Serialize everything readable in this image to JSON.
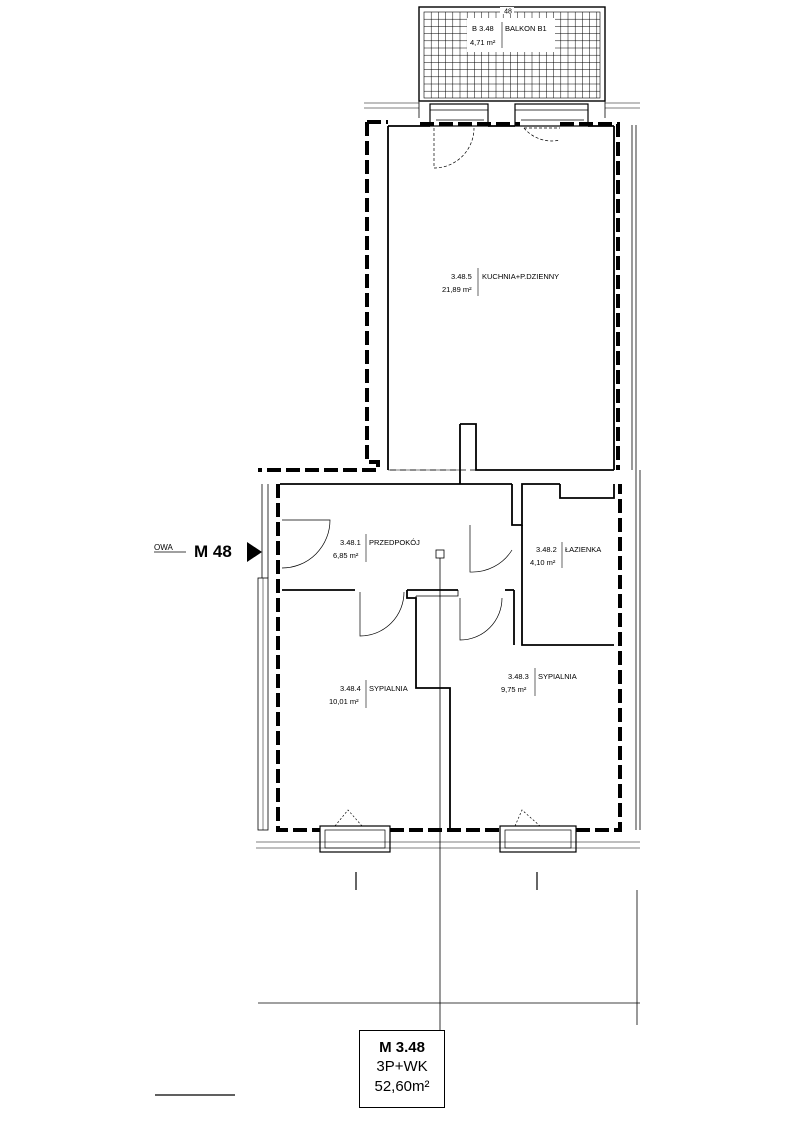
{
  "unit_label": {
    "prefix": "OWA",
    "code": "M 48"
  },
  "balcony": {
    "code": "B 3.48",
    "number_tag": "48",
    "name": "BALKON B1",
    "area": "4,71 m²"
  },
  "rooms": [
    {
      "id": "kitchen",
      "code": "3.48.5",
      "name": "KUCHNIA+P.DZIENNY",
      "area": "21,89 m²"
    },
    {
      "id": "hall",
      "code": "3.48.1",
      "name": "PRZEDPOKÓJ",
      "area": "6,85 m²"
    },
    {
      "id": "bathroom",
      "code": "3.48.2",
      "name": "ŁAZIENKA",
      "area": "4,10 m²"
    },
    {
      "id": "bedroom-left",
      "code": "3.48.4",
      "name": "SYPIALNIA",
      "area": "10,01 m²"
    },
    {
      "id": "bedroom-right",
      "code": "3.48.3",
      "name": "SYPIALNIA",
      "area": "9,75 m²"
    }
  ],
  "summary": {
    "code": "M 3.48",
    "type": "3P+WK",
    "area": "52,60m²"
  }
}
